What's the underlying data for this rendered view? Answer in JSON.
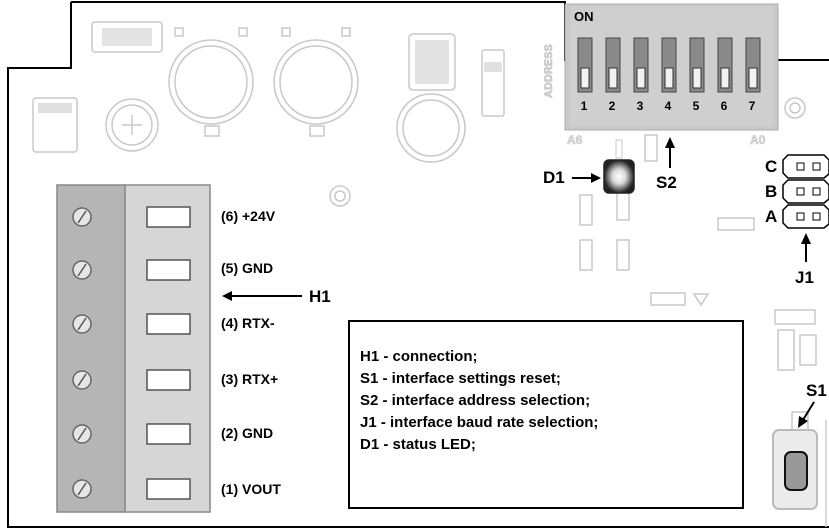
{
  "board": {
    "terminals": [
      {
        "label": "(6) +24V"
      },
      {
        "label": "(5) GND"
      },
      {
        "label": "(4) RTX-"
      },
      {
        "label": "(3) RTX+"
      },
      {
        "label": "(2) GND"
      },
      {
        "label": "(1) VOUT"
      }
    ],
    "h1_label": "H1",
    "d1_label": "D1",
    "s2_label": "S2",
    "s1_label": "S1",
    "j1_label": "J1",
    "jumper_labels": [
      "C",
      "B",
      "A"
    ],
    "dip_switch": {
      "on_label": "ON",
      "numbers": [
        "1",
        "2",
        "3",
        "4",
        "5",
        "6",
        "7"
      ],
      "side_label": "ADDRESS",
      "low_label": "A6",
      "high_label": "A0"
    }
  },
  "legend": {
    "lines": [
      "H1 - connection;",
      "S1 - interface settings reset;",
      "S2 -  interface address selection;",
      "J1 -  interface baud rate selection;",
      "D1 - status LED;"
    ]
  }
}
